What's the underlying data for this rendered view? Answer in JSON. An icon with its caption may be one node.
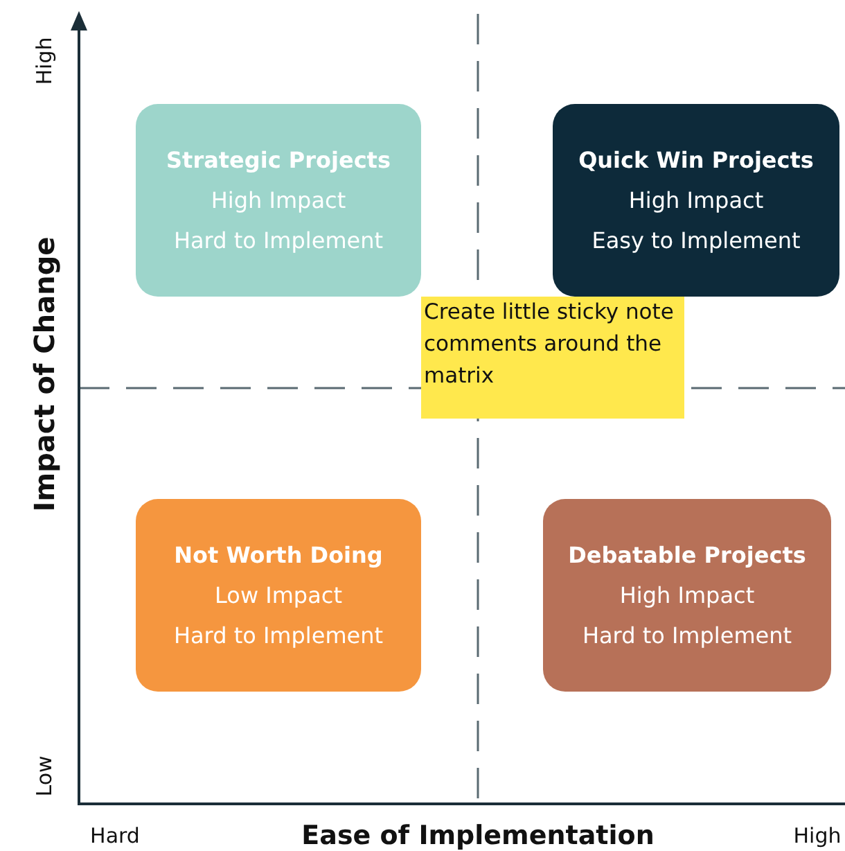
{
  "diagram": {
    "nodes": [
      {
        "text": [
          "Strategic Projects",
          "High Impact",
          "Hard to Implement"
        ]
      },
      {
        "text": [
          "Quick Win Projects",
          "High Impact",
          "Easy to Implement"
        ]
      },
      {
        "text": [
          "Create little sticky note comments around the matrix"
        ]
      },
      {
        "text": [
          "Not Worth Doing",
          "Low Impact",
          "Hard to Implement"
        ]
      },
      {
        "text": [
          "Debatable Projects",
          "High Impact",
          "Hard to Implement"
        ]
      }
    ],
    "labels": [
      "High",
      "Impact of Change",
      "Low",
      "Hard",
      "Ease of Implementation",
      "High"
    ]
  }
}
